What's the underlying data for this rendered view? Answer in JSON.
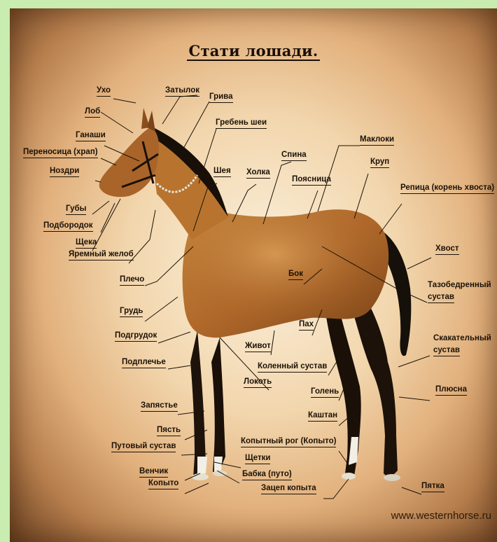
{
  "title": "Стати лошади.",
  "watermark": "www.westernhorse.ru",
  "colors": {
    "frame": "#c9ecb0",
    "coat": "#b0682a",
    "mane": "#181008",
    "label": "#1c1208"
  },
  "labels": {
    "ukho": "Ухо",
    "zatylok": "Затылок",
    "griva": "Грива",
    "lob": "Лоб",
    "greben_shei": "Гребень шеи",
    "ganashi": "Ганаши",
    "perenositsa": "Переносица (храп)",
    "spina": "Спина",
    "maklok": "Маклоки",
    "nozdri": "Ноздри",
    "sheya": "Шея",
    "kholka": "Холка",
    "poyasnitsa": "Поясница",
    "krup": "Круп",
    "repitsa": "Репица (корень хвоста)",
    "guby": "Губы",
    "podborodok": "Подбородок",
    "scheka": "Щека",
    "yaremny": "Яремный желоб",
    "khvost": "Хвост",
    "plecho": "Плечо",
    "bok": "Бок",
    "tazobedr_1": "Тазобедренный",
    "tazobedr_2": "сустав",
    "grud": "Грудь",
    "pakh": "Пах",
    "podgrudok": "Подгрудок",
    "skakat_1": "Скакательный",
    "skakat_2": "сустав",
    "zhivot": "Живот",
    "podpleche": "Подплечье",
    "kolenny": "Коленный сустав",
    "lokot": "Локоть",
    "golen": "Голень",
    "plyusna": "Плюсна",
    "zapyaste": "Запястье",
    "kashtan": "Каштан",
    "pyast": "Пясть",
    "kopytny_rog": "Копытный рог (Копыто)",
    "putovy": "Путовый сустав",
    "schetki": "Щетки",
    "venchik": "Венчик",
    "babka": "Бабка (путо)",
    "kopyto": "Копыто",
    "zatsep": "Зацеп копыта",
    "pyatka": "Пятка"
  }
}
